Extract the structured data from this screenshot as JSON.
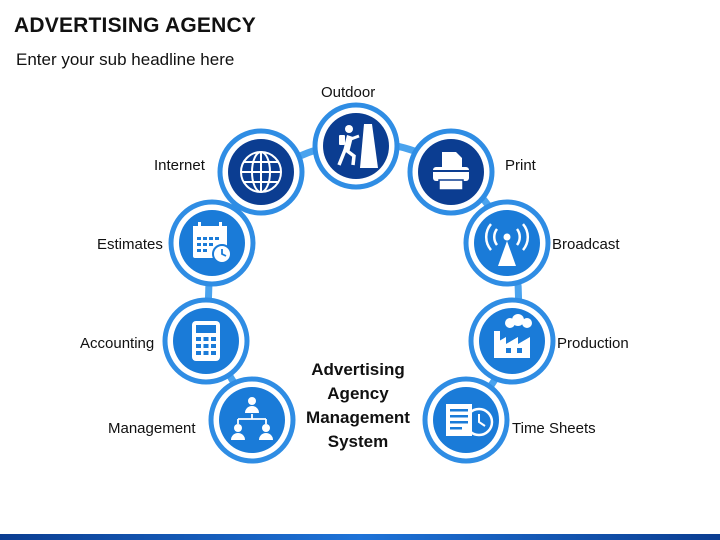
{
  "header": {
    "title": "ADVERTISING AGENCY",
    "subtitle": "Enter your sub headline here"
  },
  "center": {
    "lines": [
      "Advertising",
      "Agency",
      "Management",
      "System"
    ]
  },
  "colors": {
    "ring": "#4aa3ee",
    "dark_node": "#0b3d91",
    "light_node": "#1a7bd8",
    "outer_ring": "#2f8de4"
  },
  "nodes": [
    {
      "label": "Outdoor",
      "icon": "hiker-icon",
      "style": "dark"
    },
    {
      "label": "Print",
      "icon": "printer-icon",
      "style": "dark"
    },
    {
      "label": "Broadcast",
      "icon": "broadcast-tower-icon",
      "style": "light"
    },
    {
      "label": "Production",
      "icon": "factory-icon",
      "style": "light"
    },
    {
      "label": "Time Sheets",
      "icon": "timesheet-clock-icon",
      "style": "light"
    },
    {
      "label": "Management",
      "icon": "org-chart-icon",
      "style": "light"
    },
    {
      "label": "Accounting",
      "icon": "calculator-icon",
      "style": "light"
    },
    {
      "label": "Estimates",
      "icon": "calendar-clock-icon",
      "style": "light"
    },
    {
      "label": "Internet",
      "icon": "globe-icon",
      "style": "dark"
    }
  ]
}
